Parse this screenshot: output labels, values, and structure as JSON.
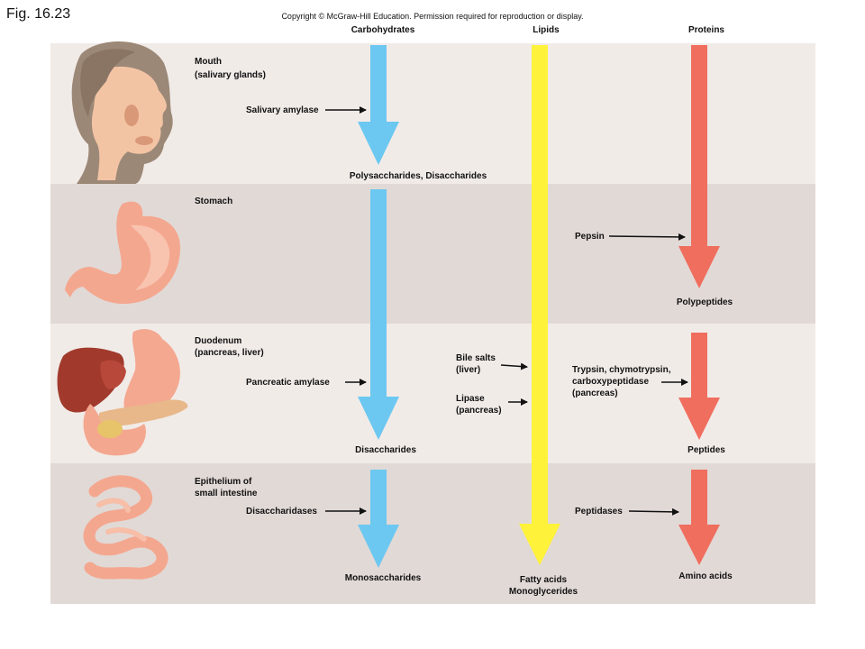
{
  "figure_label": "Fig. 16.23",
  "copyright": "Copyright © McGraw-Hill Education. Permission required for reproduction or display.",
  "columns": {
    "carbohydrates": "Carbohydrates",
    "lipids": "Lipids",
    "proteins": "Proteins"
  },
  "colors": {
    "carbohydrate_arrow": "#6cc8f0",
    "lipid_arrow": "#fff23a",
    "protein_arrow": "#f06e5e",
    "band_light": "#f1ebe8",
    "band_dark": "#e1d9d6"
  },
  "regions": {
    "mouth_line1": "Mouth",
    "mouth_line2": "(salivary glands)",
    "stomach": "Stomach",
    "duodenum_line1": "Duodenum",
    "duodenum_line2": "(pancreas, liver)",
    "epithelium_line1": "Epithelium of",
    "epithelium_line2": "small intestine"
  },
  "enzymes": {
    "salivary_amylase": "Salivary amylase",
    "pepsin": "Pepsin",
    "bile_salts_line1": "Bile salts",
    "bile_salts_line2": "(liver)",
    "lipase_line1": "Lipase",
    "lipase_line2": "(pancreas)",
    "pancreatic_amylase": "Pancreatic amylase",
    "trypsin_line1": "Trypsin, chymotrypsin,",
    "trypsin_line2": "carboxypeptidase",
    "trypsin_line3": "(pancreas)",
    "disaccharidases": "Disaccharidases",
    "peptidases": "Peptidases"
  },
  "products": {
    "polysaccharides": "Polysaccharides, Disaccharides",
    "polypeptides": "Polypeptides",
    "disaccharides": "Disaccharides",
    "peptides": "Peptides",
    "monosaccharides": "Monosaccharides",
    "fatty_acids_line1": "Fatty acids",
    "fatty_acids_line2": "Monoglycerides",
    "amino_acids": "Amino acids"
  },
  "organs": [
    "head-illustration",
    "stomach-illustration",
    "liver-pancreas-illustration",
    "small-intestine-illustration"
  ]
}
